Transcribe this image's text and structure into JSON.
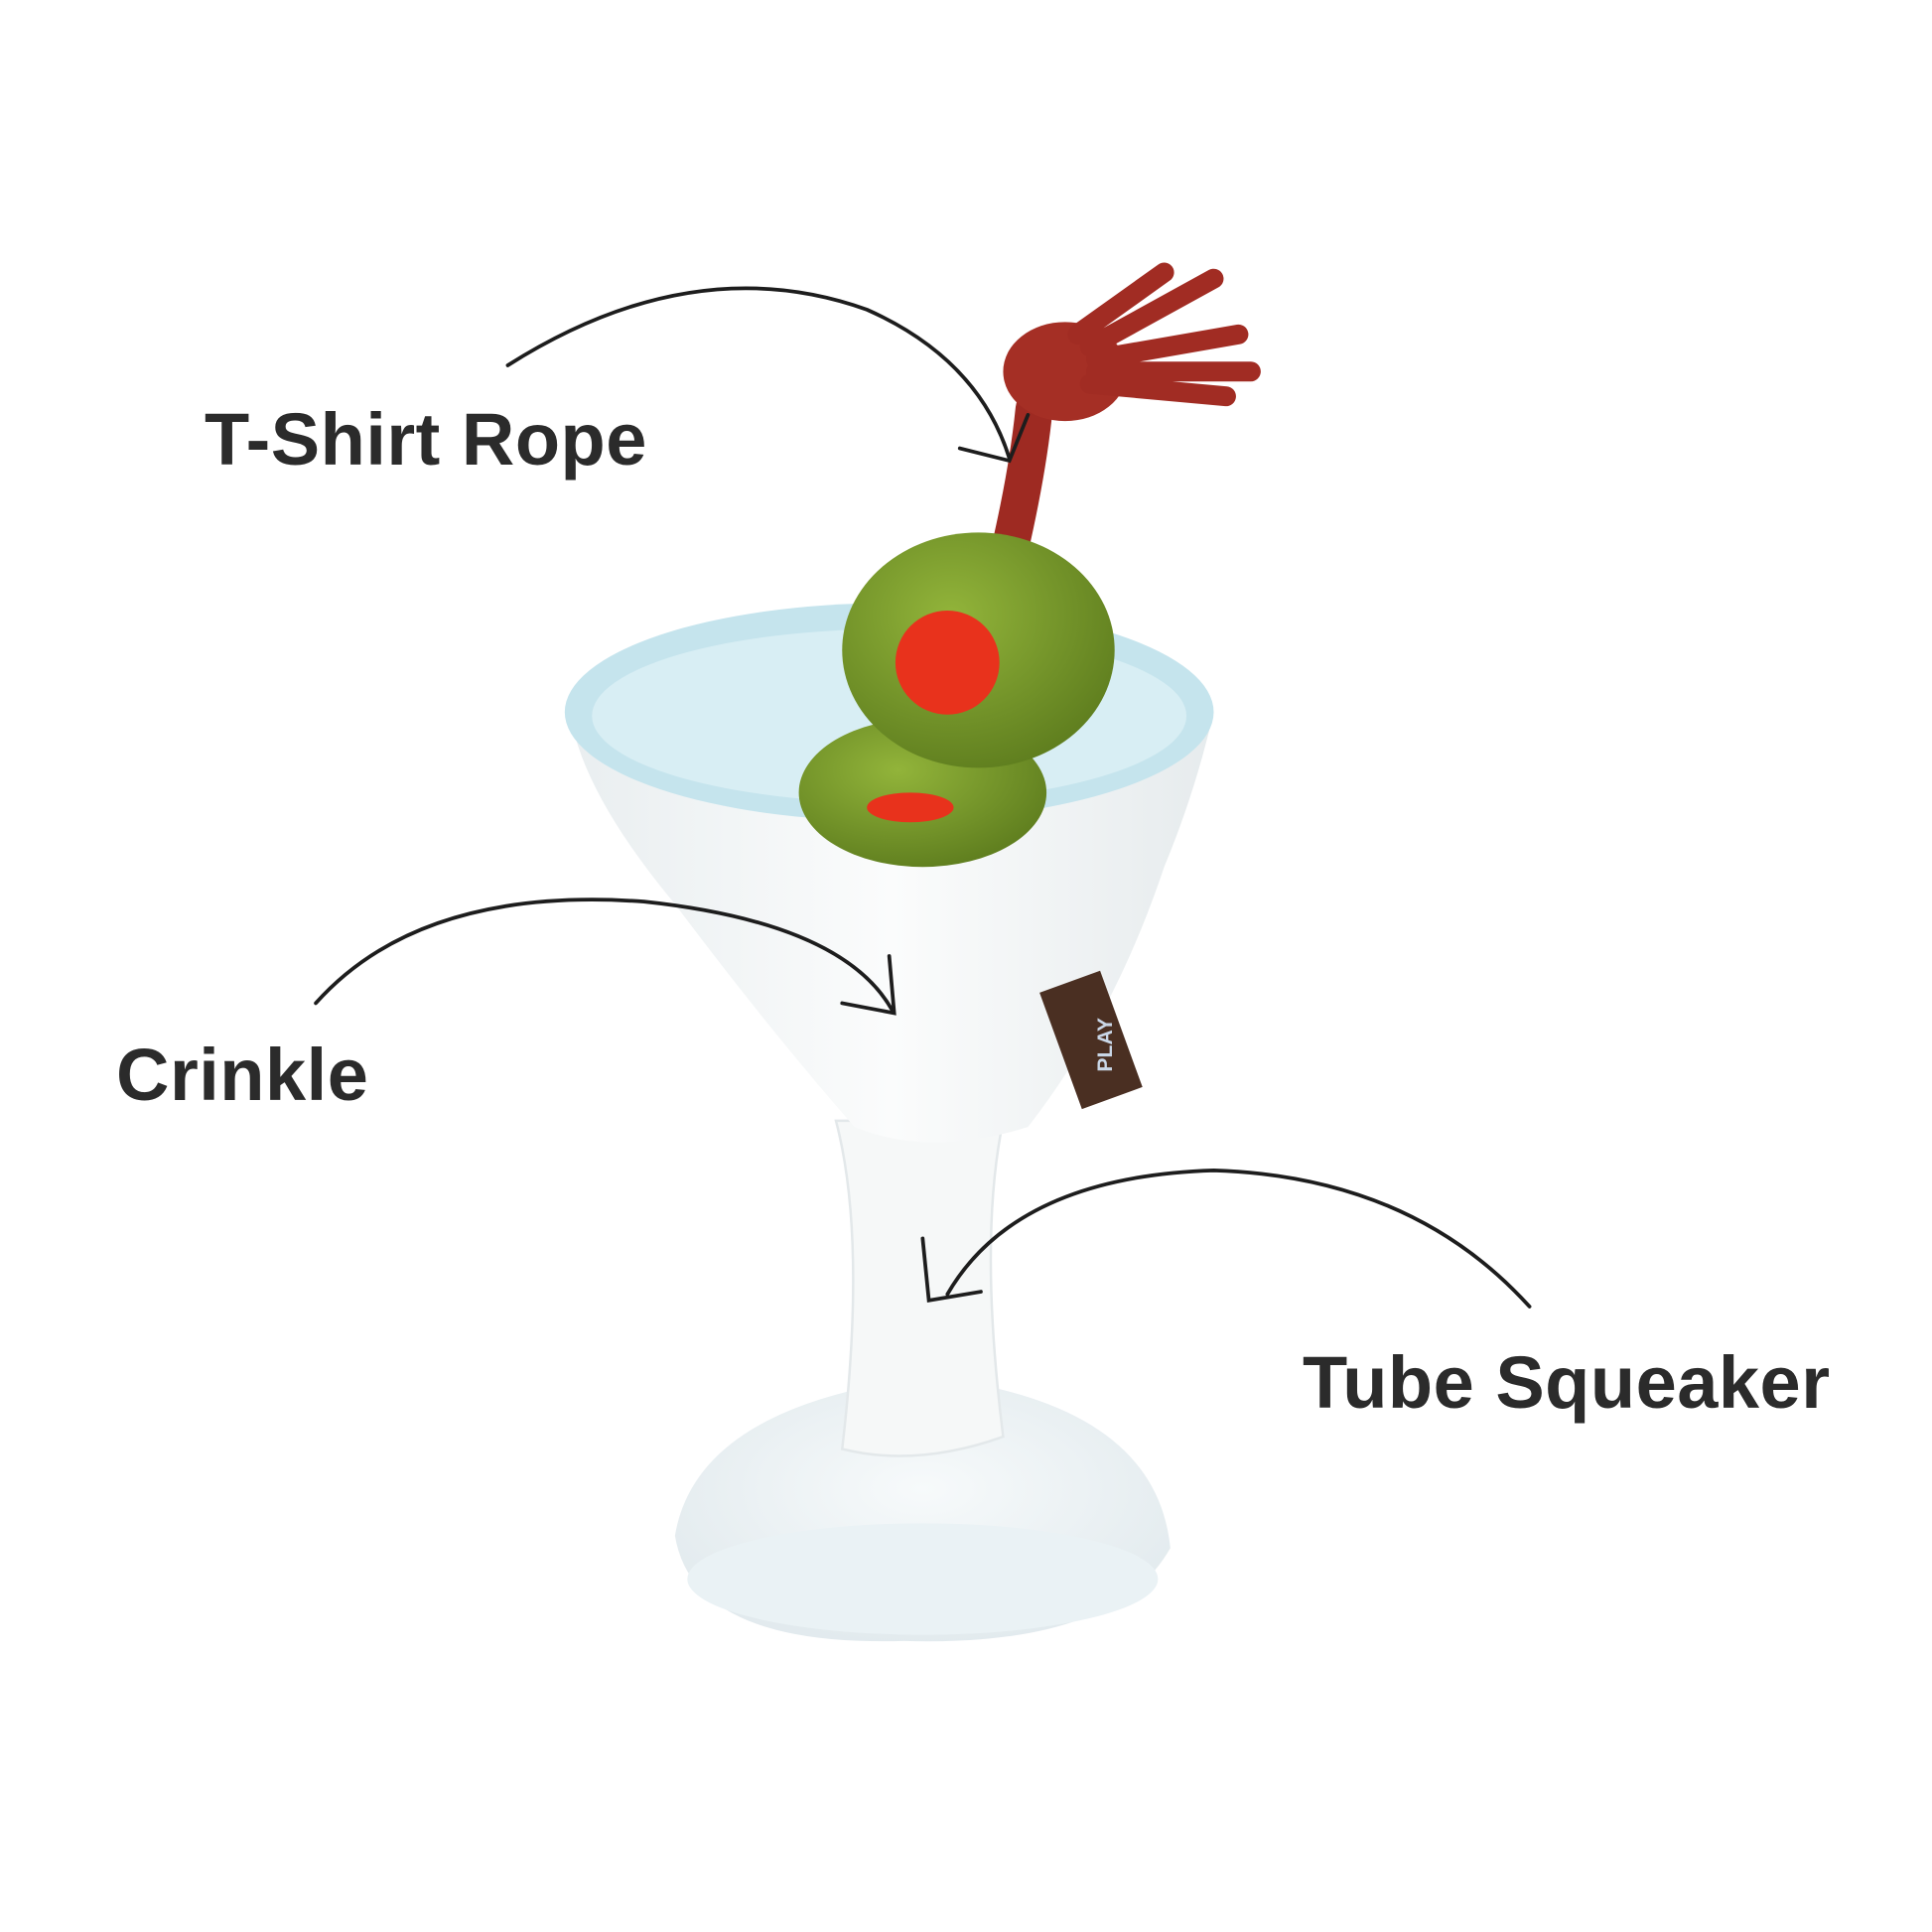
{
  "callouts": {
    "rope": "T-Shirt Rope",
    "crinkle": "Crinkle",
    "squeaker": "Tube Squeaker"
  },
  "tag": {
    "brand": "PLAY"
  },
  "colors": {
    "rope": "#9e2a22",
    "olive": "#7fa12e",
    "pimento": "#e8321c",
    "rim": "#bfe0ea",
    "glass": "#f4f6f7",
    "tag": "#4a2f22",
    "text": "#2b2b2b"
  }
}
